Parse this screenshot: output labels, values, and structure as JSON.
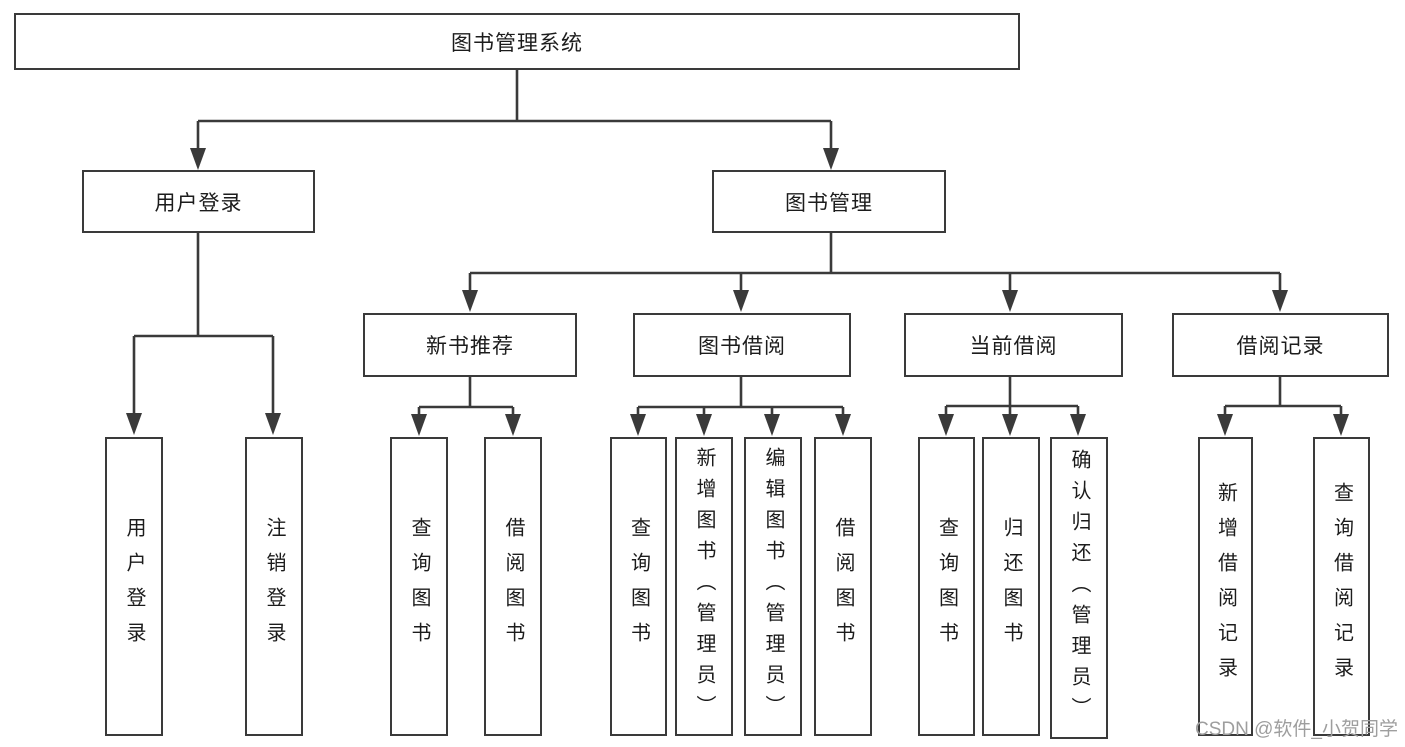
{
  "diagram_title": "图书管理系统",
  "tree": {
    "label": "图书管理系统",
    "children": [
      {
        "label": "用户登录",
        "children": [
          {
            "label": "用户登录"
          },
          {
            "label": "注销登录"
          }
        ]
      },
      {
        "label": "图书管理",
        "children": [
          {
            "label": "新书推荐",
            "children": [
              {
                "label": "查询图书"
              },
              {
                "label": "借阅图书"
              }
            ]
          },
          {
            "label": "图书借阅",
            "children": [
              {
                "label": "查询图书"
              },
              {
                "label": "新增图书（管理员）"
              },
              {
                "label": "编辑图书（管理员）"
              },
              {
                "label": "借阅图书"
              }
            ]
          },
          {
            "label": "当前借阅",
            "children": [
              {
                "label": "查询图书"
              },
              {
                "label": "归还图书"
              },
              {
                "label": "确认归还（管理员）"
              }
            ]
          },
          {
            "label": "借阅记录",
            "children": [
              {
                "label": "新增借阅记录"
              },
              {
                "label": "查询借阅记录"
              }
            ]
          }
        ]
      }
    ]
  },
  "watermark": "CSDN @软件_小贺同学",
  "colors": {
    "line": "#3a3a3a",
    "text": "#1c1c1c",
    "watermark": "#9e9e9e",
    "bg": "#ffffff"
  }
}
